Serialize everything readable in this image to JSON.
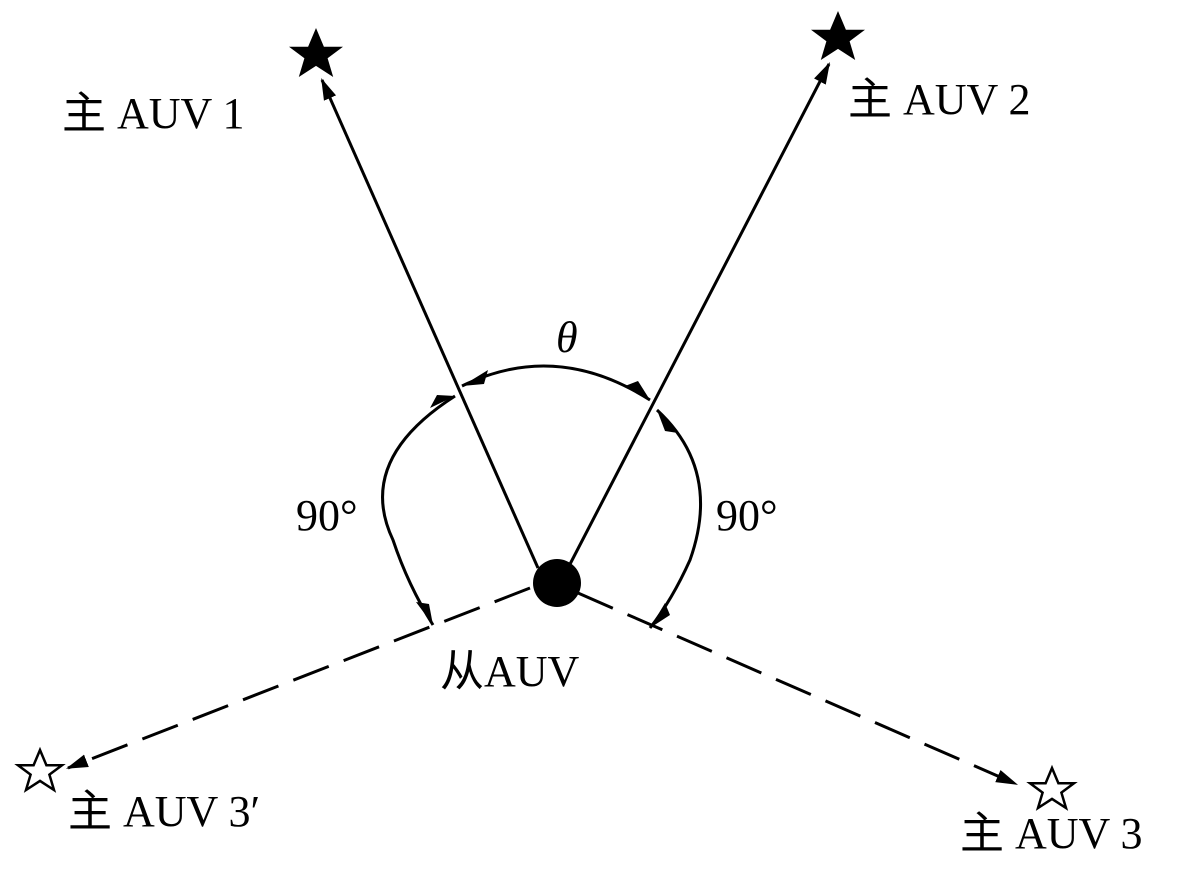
{
  "slave": {
    "label": "从AUV"
  },
  "masters": [
    {
      "id": "m1",
      "label": "主 AUV 1",
      "marker": "filled-star"
    },
    {
      "id": "m2",
      "label": "主 AUV 2",
      "marker": "filled-star"
    },
    {
      "id": "m3",
      "label": "主 AUV 3",
      "marker": "hollow-star"
    },
    {
      "id": "m3p",
      "label": "主 AUV 3′",
      "marker": "hollow-star"
    }
  ],
  "angles": {
    "theta": "θ",
    "left": "90°",
    "right": "90°"
  }
}
